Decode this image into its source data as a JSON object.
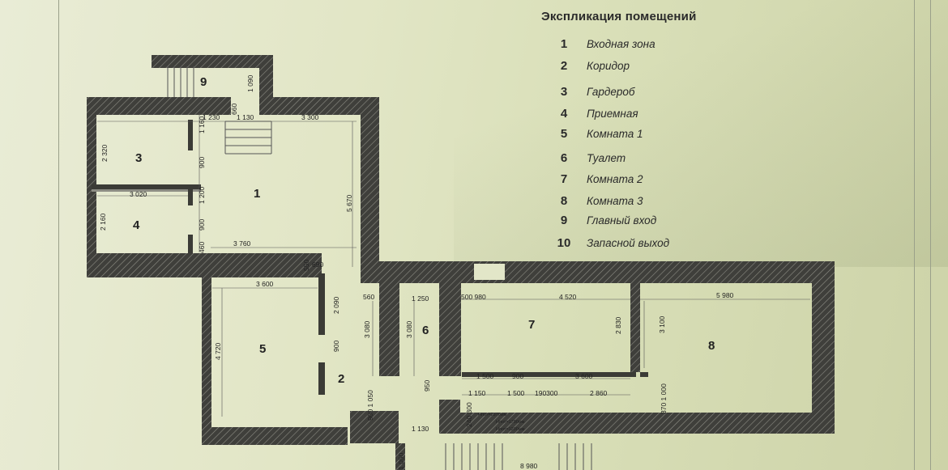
{
  "legend": {
    "title": "Экспликация помещений",
    "items": [
      {
        "num": "1",
        "name": "Входная зона"
      },
      {
        "num": "2",
        "name": "Коридор"
      },
      {
        "num": "3",
        "name": "Гардероб"
      },
      {
        "num": "4",
        "name": "Приемная"
      },
      {
        "num": "5",
        "name": "Комната 1"
      },
      {
        "num": "6",
        "name": "Туалет"
      },
      {
        "num": "7",
        "name": "Комната 2"
      },
      {
        "num": "8",
        "name": "Комната 3"
      },
      {
        "num": "9",
        "name": "Главный вход"
      },
      {
        "num": "10",
        "name": "Запасной выход"
      }
    ]
  },
  "rooms": {
    "r1": "1",
    "r2": "2",
    "r3": "3",
    "r4": "4",
    "r5": "5",
    "r6": "6",
    "r7": "7",
    "r8": "8",
    "r9": "9"
  },
  "dimensions": {
    "d_1090": "1 090",
    "d_660": "660",
    "d_230": "1 230",
    "d_1130_top": "1 130",
    "d_3300": "3 300",
    "d_1160": "1 160",
    "d_2320": "2 320",
    "d_900_a": "900",
    "d_3020": "3 020",
    "d_1200": "1 200",
    "d_5670": "5 670",
    "d_2160": "2 160",
    "d_900_b": "900",
    "d_460": "460",
    "d_3760": "3 760",
    "d_550": "550",
    "d_690": "690",
    "d_3600_r5": "3 600",
    "d_4720": "4 720",
    "d_2090": "2 090",
    "d_900_c": "900",
    "d_560": "560",
    "d_3080_a": "3 080",
    "d_1250": "1 250",
    "d_3080_b": "3 080",
    "d_500_980": "500  980",
    "d_4520": "4 520",
    "d_2830": "2 830",
    "d_3100": "3 100",
    "d_5980": "5 980",
    "d_950": "950",
    "d_1500_a": "1 500",
    "d_900_d": "900",
    "d_3600_b": "3 600",
    "d_1150": "1 150",
    "d_1500_b": "1 500",
    "d_190300": "190300",
    "d_2860": "2 860",
    "d_370_1000": "370 1 000",
    "d_900_1050": "900 1 050",
    "d_1130_bottom": "1 130",
    "d_240_300": "240 300",
    "d_1050": "1 050",
    "d_8980": "8 980",
    "note_a": "Hпот=2870мм",
    "note_b": "Hпот=1790мм",
    "note_c": "Hпот=1200мм"
  }
}
